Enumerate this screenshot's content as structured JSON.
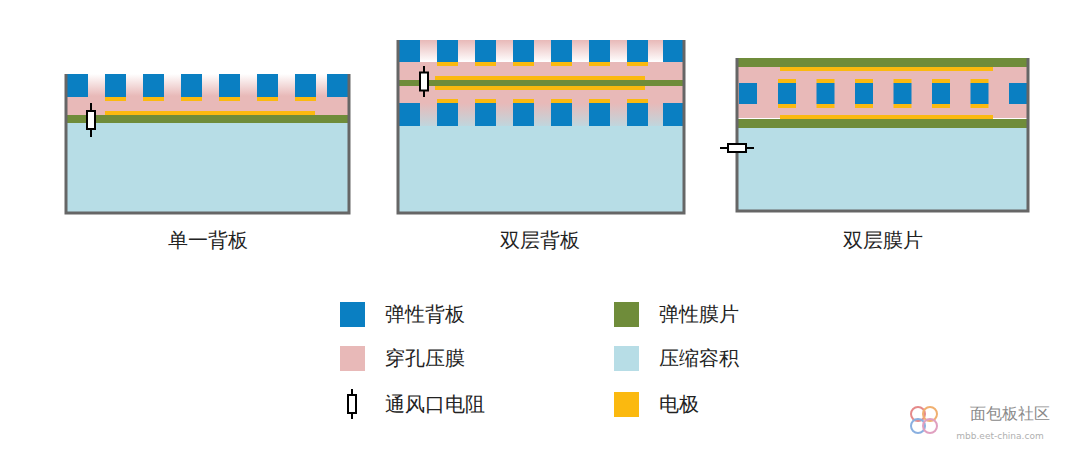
{
  "diagram": {
    "labels": [
      "单一背板",
      "双层背板",
      "双层膜片",
      "面包板社区",
      "mbb.eet-china.com"
    ],
    "legend": [
      {
        "text": "弹性背板",
        "color": "#0a7fc2"
      },
      {
        "text": "穿孔压膜",
        "color": "#e8b9b8"
      },
      {
        "text": "通风口电阻"
      },
      {
        "text": "弹性膜片",
        "color": "#6f8c3a"
      },
      {
        "text": "压缩容积",
        "color": "#b7dde6"
      },
      {
        "text": "电极",
        "color": "#fbb90f"
      }
    ]
  }
}
